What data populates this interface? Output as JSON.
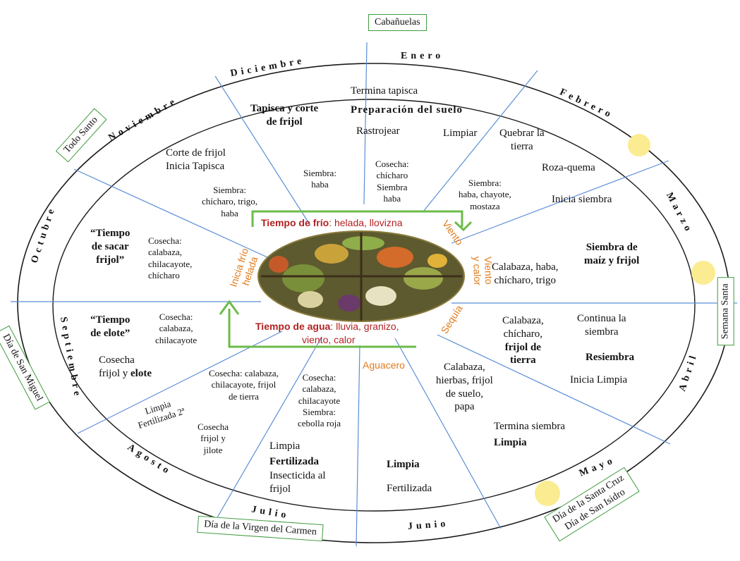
{
  "months": {
    "enero": "Enero",
    "febrero": "Febrero",
    "marzo": "Marzo",
    "abril": "Abril",
    "mayo": "Mayo",
    "junio": "Junio",
    "julio": "Julio",
    "agosto": "Agosto",
    "septiembre": "Septiembre",
    "octubre": "Octubre",
    "noviembre": "Noviembre",
    "diciembre": "Diciembre"
  },
  "feasts": {
    "cabanuelas": "Cabañuelas",
    "todo_santo": "Todo Santo",
    "semana_santa": "Semana Santa",
    "santa_cruz_l1": "Día de la Santa Cruz",
    "santa_cruz_l2": "Día de San Isidro",
    "virgen_carmen": "Día de la Virgen del Carmen",
    "san_miguel": "Día de San Miguel"
  },
  "activities": {
    "enero_1": "Termina tapisca",
    "enero_2": "Preparación del suelo",
    "enero_3": "Rastrojear",
    "enero_4a": "Cosecha:",
    "enero_4b": "chícharo",
    "enero_4c": "Siembra",
    "enero_4d": "haba",
    "feb_1": "Limpiar",
    "feb_2a": "Quebrar la",
    "feb_2b": "tierra",
    "feb_3": "Roza-quema",
    "feb_4a": "Siembra:",
    "feb_4b": "haba, chayote,",
    "feb_4c": "mostaza",
    "mar_1": "Inicia siembra",
    "mar_2a": "Siembra de",
    "mar_2b": "maíz y frijol",
    "mar_3a": "Calabaza, haba,",
    "mar_3b": "chícharo, trigo",
    "abr_1a": "Calabaza,",
    "abr_1b": "chícharo,",
    "abr_1c": "frijol de",
    "abr_1d": "tierra",
    "abr_2a": "Continua la",
    "abr_2b": "siembra",
    "abr_3": "Resiembra",
    "abr_4": "Inicia Limpia",
    "may_1a": "Calabaza,",
    "may_1b": "hierbas, frijol",
    "may_1c": "de suelo,",
    "may_1d": "papa",
    "may_2": "Termina siembra",
    "may_3": "Limpia",
    "jun_1": "Limpia",
    "jun_2": "Fertilizada",
    "jul_1a": "Cosecha:",
    "jul_1b": "calabaza,",
    "jul_1c": "chilacayote",
    "jul_1d": "Siembra:",
    "jul_1e": "cebolla roja",
    "jul_2": "Limpia",
    "jul_3": "Fertilizada",
    "jul_4a": "Insecticida al",
    "jul_4b": "frijol",
    "ago_1a": "Cosecha: calabaza,",
    "ago_1b": "chilacayote, frijol",
    "ago_1c": "de tierra",
    "ago_2a": "Cosecha",
    "ago_2b": "frijol y",
    "ago_2c": "jilote",
    "ago_3a": "Limpia",
    "ago_3b": "Fertilizada 2ª",
    "sep_1a": "“Tiempo",
    "sep_1b": "de elote”",
    "sep_2a": "Cosecha:",
    "sep_2b": "calabaza,",
    "sep_2c": "chilacayote",
    "sep_3a": "Cosecha",
    "sep_3b": "frijol y ",
    "sep_3c": "elote",
    "oct_1a": "“Tiempo",
    "oct_1b": "de sacar",
    "oct_1c": "frijol”",
    "oct_2a": "Cosecha:",
    "oct_2b": "calabaza,",
    "oct_2c": "chilacayote,",
    "oct_2d": "chícharo",
    "nov_1a": "Corte de frijol",
    "nov_1b": "Inicia Tapisca",
    "nov_2a": "Siembra:",
    "nov_2b": "chícharo, trigo,",
    "nov_2c": "haba",
    "dic_1a": "Tapisca y corte",
    "dic_1b": "de frijol",
    "dic_2a": "Siembra:",
    "dic_2b": "haba"
  },
  "seasons": {
    "frio_title": "Tiempo de frío",
    "frio_desc": ": helada, llovizna",
    "agua_title": "Tiempo de agua",
    "agua_desc1": ": lluvia, granizo,",
    "agua_desc2": "viento, calor",
    "viento": "Viento",
    "viento_calor_1": "Viento",
    "viento_calor_2": "y calor",
    "inicia_frio": "Inicia frío",
    "helada": "helada",
    "sequia": "Sequía",
    "aguacero": "Aguacero"
  },
  "colors": {
    "ring_line": "#1a1a1a",
    "spoke": "#5b8ed6",
    "arrow": "#6dbb4a",
    "box_border": "#3f9b3f",
    "orange": "#e07b1b",
    "red": "#b22222",
    "sun": "#fbeb91"
  }
}
